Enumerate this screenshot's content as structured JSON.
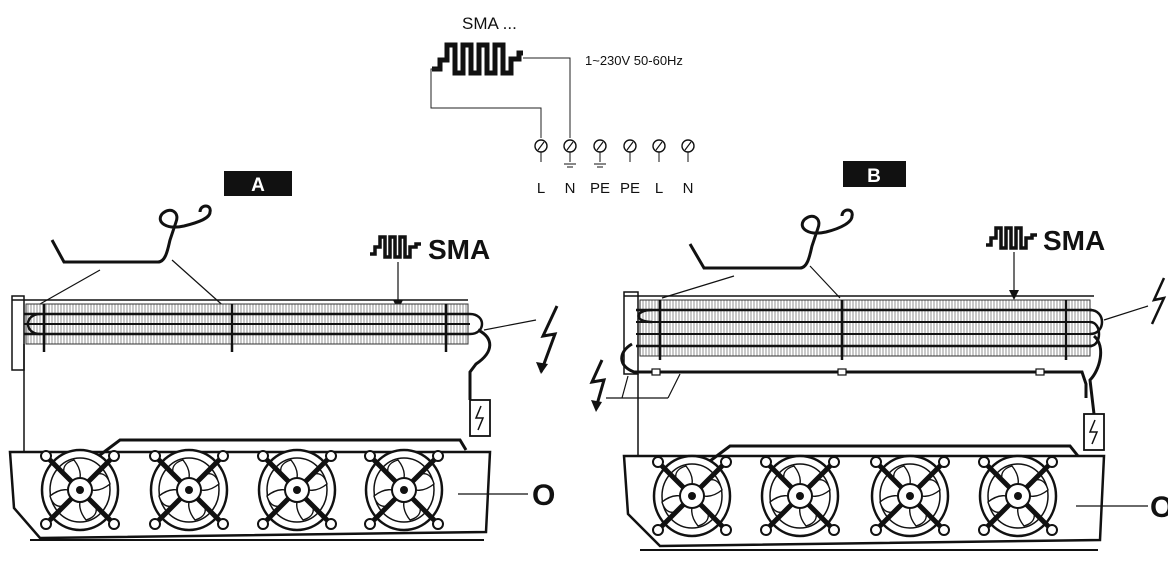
{
  "wiring": {
    "device_label": "SMA ...",
    "supply_label": "1~230V 50-60Hz",
    "terminals": [
      "L",
      "N",
      "PE",
      "PE",
      "L",
      "N"
    ]
  },
  "panel_a": {
    "badge": "A",
    "sma_label": "SMA",
    "housing_label": "O"
  },
  "panel_b": {
    "badge": "B",
    "sma_label": "SMA",
    "housing_label": "O"
  }
}
